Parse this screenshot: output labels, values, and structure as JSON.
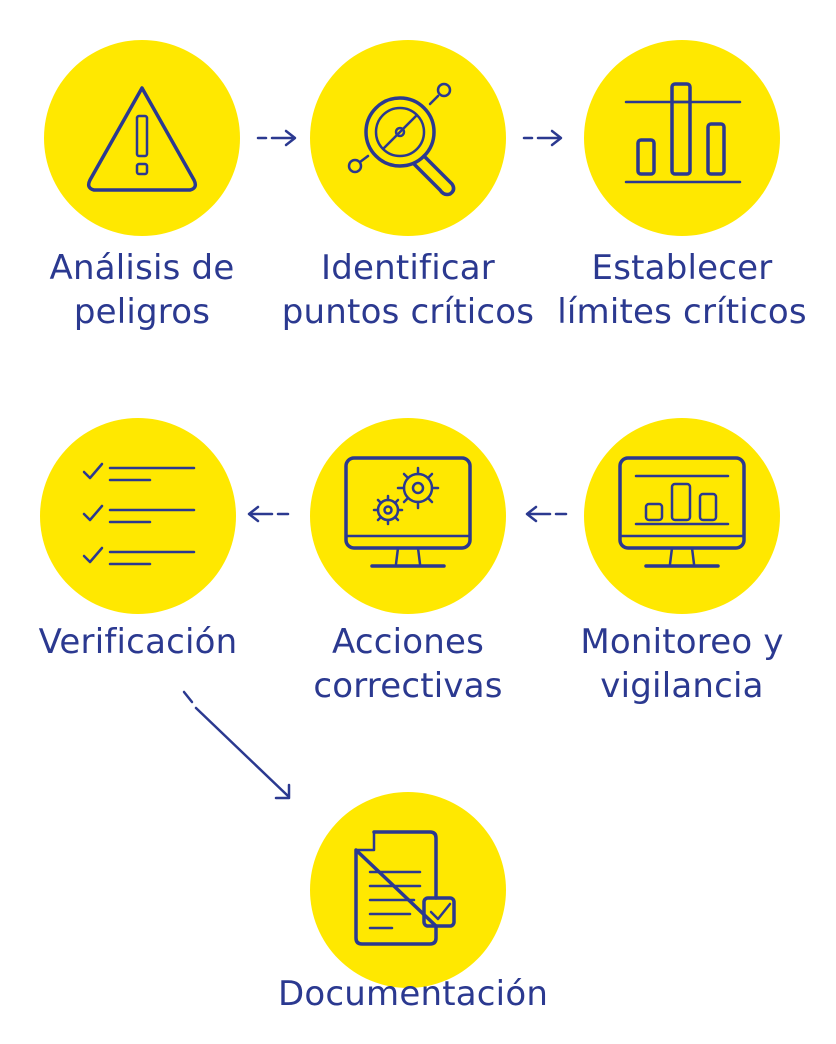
{
  "colors": {
    "circle": "#FFE800",
    "ink": "#2B3990",
    "background": "#FFFFFF"
  },
  "steps": [
    {
      "label": "Análisis de\npeligros",
      "icon": "warning-triangle-icon"
    },
    {
      "label": "Identificar\npuntos críticos",
      "icon": "magnifier-target-icon"
    },
    {
      "label": "Establecer\nlímites críticos",
      "icon": "bar-limits-icon"
    },
    {
      "label": "Verificación",
      "icon": "checklist-icon"
    },
    {
      "label": "Acciones\ncorrectivas",
      "icon": "monitor-gears-icon"
    },
    {
      "label": "Monitoreo y\nvigilancia",
      "icon": "monitor-chart-icon"
    },
    {
      "label": "Documentación",
      "icon": "document-check-icon"
    }
  ]
}
